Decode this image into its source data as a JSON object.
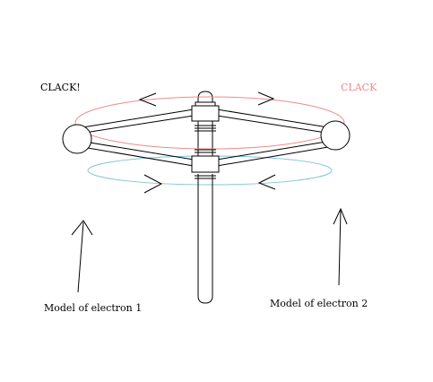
{
  "labels": {
    "clack_left": "CLACK!",
    "clack_right": "CLACK",
    "model_1": "Model of electron 1",
    "model_2": "Model of electron 2"
  },
  "colors": {
    "ink": "#000000",
    "red_accent": "#f08a8a",
    "blue_accent": "#7fc4de"
  }
}
